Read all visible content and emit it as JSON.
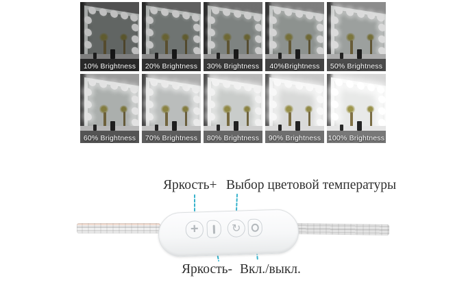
{
  "page": {
    "background": "#ffffff"
  },
  "brightness_grid": {
    "tiles": [
      {
        "label": "10% Brightness",
        "percent": 10
      },
      {
        "label": "20% Brightness",
        "percent": 20
      },
      {
        "label": "30% Brightness",
        "percent": 30
      },
      {
        "label": "40%Brightness",
        "percent": 40
      },
      {
        "label": "50% Brightness",
        "percent": 50
      },
      {
        "label": "60% Brightness",
        "percent": 60
      },
      {
        "label": "70% Brightness",
        "percent": 70
      },
      {
        "label": "80% Brightness",
        "percent": 80
      },
      {
        "label": "90% Brightness",
        "percent": 90
      },
      {
        "label": "100% Brightness",
        "percent": 100
      }
    ]
  },
  "controller": {
    "labels": {
      "brightness_up": "Яркость+",
      "color_temp": "Выбор цветовой температуры",
      "brightness_down": "Яркость-",
      "power": "Вкл./выкл."
    },
    "buttons": [
      {
        "name": "brightness-up",
        "glyph": "+"
      },
      {
        "name": "brightness-down",
        "glyph": "|"
      },
      {
        "name": "color-temperature-cycle",
        "glyph": "↻"
      },
      {
        "name": "power-on-off",
        "glyph": "O"
      }
    ],
    "accent_color": "#35b2cc",
    "label_color": "#2f2f2f"
  }
}
